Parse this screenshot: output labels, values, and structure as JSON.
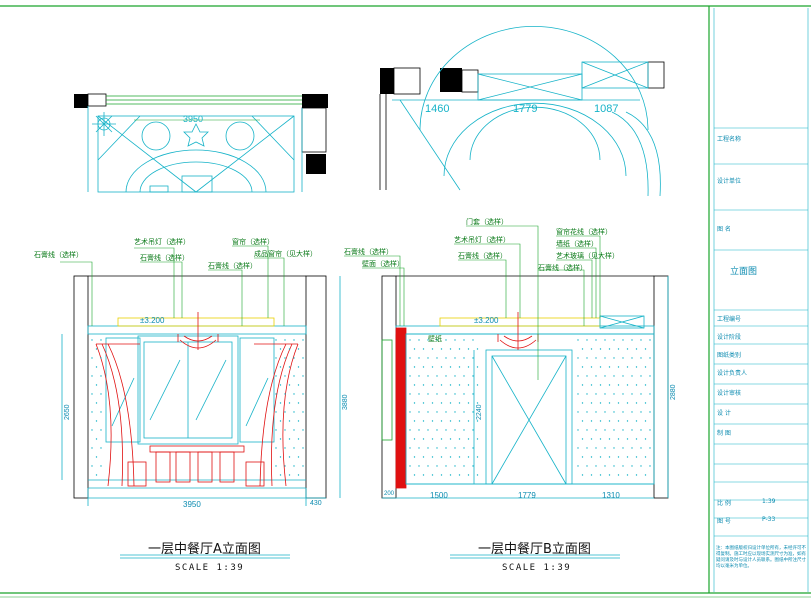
{
  "drawing_a": {
    "title": "一层中餐厅A立面图",
    "scale": "SCALE 1:39",
    "plan_dim": "3950",
    "labels": [
      "石膏线（选样）",
      "艺术吊灯（选样）",
      "石膏线（选样）",
      "窗帘（选样）",
      "成品窗帘（见大样）",
      "石膏线（选样）"
    ],
    "dim_width": "3950",
    "dim_right": "430",
    "dim_height": "3880",
    "dim_height_inner": "2650",
    "dim_ceiling": "±3.200"
  },
  "drawing_b": {
    "title": "一层中餐厅B立面图",
    "scale": "SCALE 1:39",
    "plan_dims": [
      "1460",
      "1779",
      "1087"
    ],
    "labels_top": [
      "门套（选样）",
      "艺术吊灯（选样）",
      "石膏线（选样）",
      "石膏线（选样）",
      "壁面（选样）",
      "窗帘花线（选样）",
      "墙纸（选样）",
      "艺术玻璃（见大样）",
      "石膏线（选样）"
    ],
    "label_mid": "壁纸",
    "dim_bottom": [
      "200",
      "1500",
      "1779",
      "1310"
    ],
    "dim_height": "2880",
    "dim_inner": "2240",
    "dim_ceiling": "±3.200"
  },
  "title_block": {
    "rows": [
      "工程名称",
      "设计单位",
      "图 名",
      "工程编号",
      "设计阶段",
      "图纸类别",
      "设计负责人",
      "设计审核",
      "设 计",
      "制 图",
      "比 例",
      "图 号"
    ],
    "drawing_name": "立面图",
    "scale_value": "1:39",
    "sheet_no": "P-33",
    "note": "注：本图纸版权归设计单位所有，未经许可不得复制。施工时应以现场实测尺寸为准，如有疑问请及时与设计人员联系。图纸中所注尺寸均以毫米为单位。"
  },
  "colors": {
    "cyan": "#16b3c8",
    "green": "#1aa52c",
    "red": "#e01010",
    "black": "#000000",
    "grey": "#808080"
  }
}
